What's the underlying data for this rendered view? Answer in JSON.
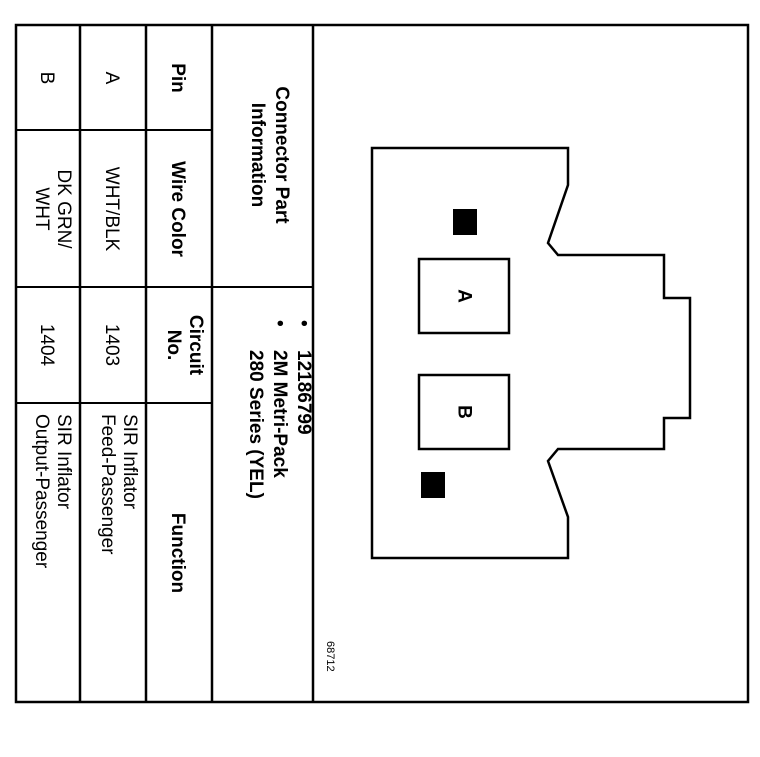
{
  "connector": {
    "title_line1": "Connector Part",
    "title_line2": "Information",
    "bullet": "•",
    "part_number": "12186799",
    "type_line1": "2M Metri-Pack",
    "type_line2": "280 Series (YEL)"
  },
  "table": {
    "headers": {
      "pin": "Pin",
      "wire_color": "Wire Color",
      "circuit_line1": "Circuit",
      "circuit_line2": "No.",
      "function": "Function"
    },
    "rows": [
      {
        "pin": "A",
        "wire_color": [
          "WHT/BLK"
        ],
        "circuit": "1403",
        "function": [
          "SIR Inflator",
          "Feed-Passenger"
        ]
      },
      {
        "pin": "B",
        "wire_color": [
          "DK GRN/",
          "WHT"
        ],
        "circuit": "1404",
        "function": [
          "SIR Inflator",
          "Output-Passenger"
        ]
      }
    ]
  },
  "diagram": {
    "cavity_a": "A",
    "cavity_b": "B",
    "figure_number": "68712"
  }
}
